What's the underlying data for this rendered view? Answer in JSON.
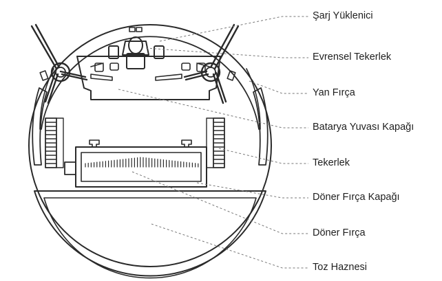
{
  "colors": {
    "line": "#2a2a2a",
    "leader": "#777777",
    "text": "#1e1e1e",
    "background": "#ffffff"
  },
  "labels": {
    "charger": "Şarj Yüklenici",
    "universal_wheel": "Evrensel Tekerlek",
    "side_brush": "Yan Fırça",
    "battery_cover": "Batarya Yuvası Kapağı",
    "wheel": "Tekerlek",
    "roller_brush_cover": "Döner Fırça Kapağı",
    "roller_brush": "Döner Fırça",
    "dust_bin": "Toz Haznesi"
  }
}
